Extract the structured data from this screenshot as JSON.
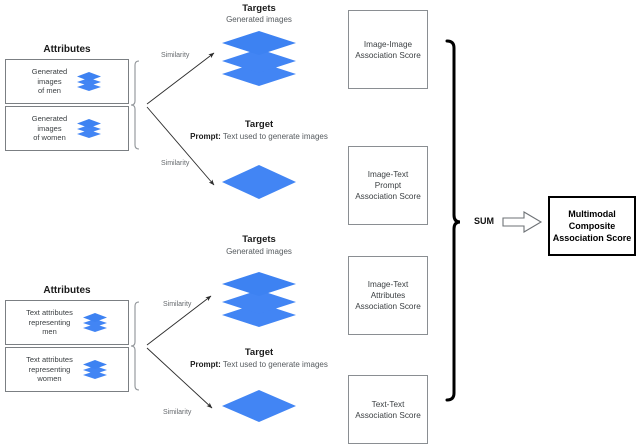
{
  "diagram": {
    "title": "Multimodal Composite Association Score pipeline",
    "accent_blue": "#4285f4",
    "accent_blue_dark": "#2f74e0",
    "box_border": "#7b7f83",
    "text_color": "#3c4043"
  },
  "groups": [
    {
      "id": "image-group",
      "attributes_heading": "Attributes",
      "attribute_boxes": [
        {
          "label": "Generated\nimages\nof men",
          "icon": "stacked-layers-icon"
        },
        {
          "label": "Generated\nimages\nof women",
          "icon": "stacked-layers-icon"
        }
      ],
      "edges": [
        {
          "label": "Similarity"
        },
        {
          "label": "Similarity"
        }
      ],
      "targets": [
        {
          "heading": "Targets",
          "subheading": "Generated images",
          "icon": "stacked-layers-icon"
        },
        {
          "heading": "Target",
          "sub_bold": "Prompt:",
          "sub_rest": " Text used to generate images",
          "icon": "single-layer-icon"
        }
      ]
    },
    {
      "id": "text-group",
      "attributes_heading": "Attributes",
      "attribute_boxes": [
        {
          "label": "Text attributes\nrepresenting\nmen",
          "icon": "stacked-layers-icon"
        },
        {
          "label": "Text attributes\nrepresenting\nwomen",
          "icon": "stacked-layers-icon"
        }
      ],
      "edges": [
        {
          "label": "Similarity"
        },
        {
          "label": "Similarity"
        }
      ],
      "targets": [
        {
          "heading": "Targets",
          "subheading": "Generated images",
          "icon": "stacked-layers-icon"
        },
        {
          "heading": "Target",
          "sub_bold": "Prompt:",
          "sub_rest": " Text used to generate images",
          "icon": "single-layer-icon"
        }
      ]
    }
  ],
  "scores": [
    {
      "id": "image-image",
      "label": "Image-Image\nAssociation Score"
    },
    {
      "id": "image-text-prompt",
      "label": "Image-Text\nPrompt\nAssociation Score"
    },
    {
      "id": "image-text-attributes",
      "label": "Image-Text\nAttributes\nAssociation Score"
    },
    {
      "id": "text-text",
      "label": "Text-Text\nAssociation Score"
    }
  ],
  "aggregator": {
    "operation_label": "SUM",
    "arrow_icon": "block-arrow-right-icon",
    "brace_icon": "right-curly-brace-icon"
  },
  "output": {
    "label": "Multimodal\nComposite\nAssociation Score"
  }
}
